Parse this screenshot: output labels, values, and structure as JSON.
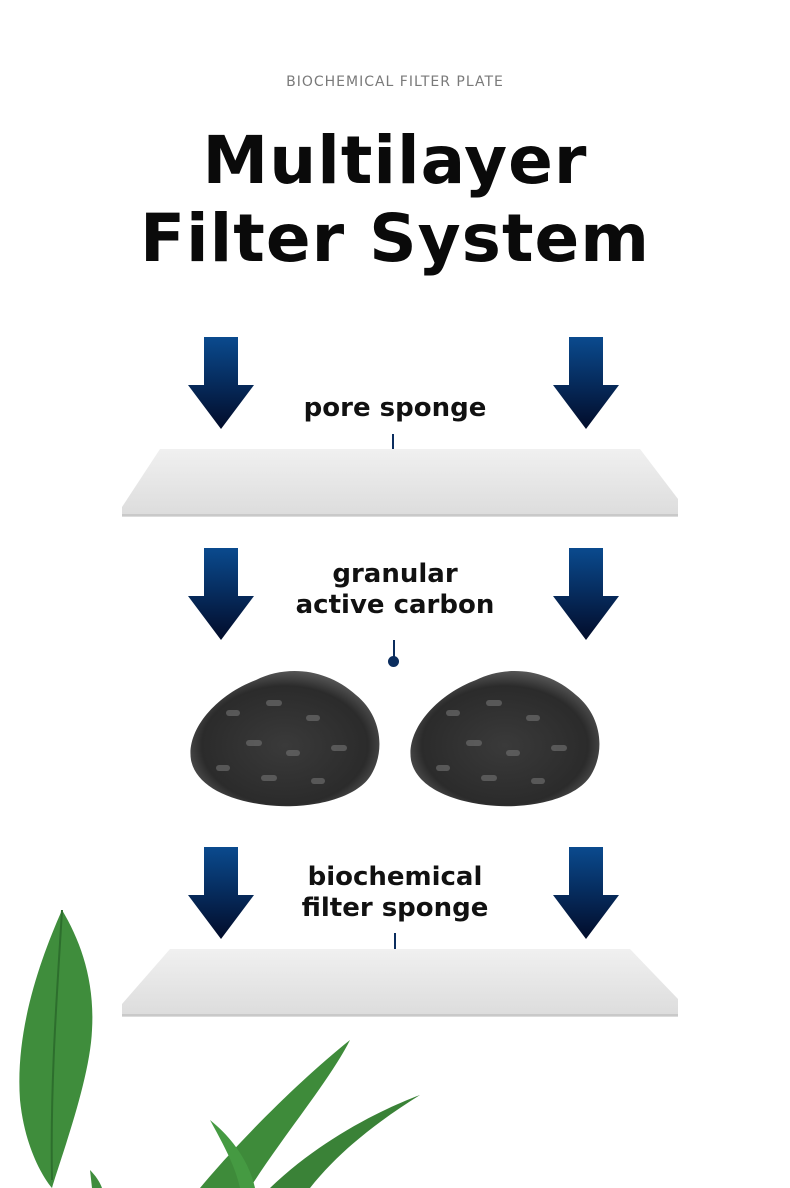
{
  "header": {
    "subtitle": "BIOCHEMICAL FILTER PLATE",
    "title_line1": "Multilayer",
    "title_line2": "Filter System"
  },
  "layers": [
    {
      "label_line1": "pore sponge",
      "label_line2": "",
      "image": "white-sponge-sheet"
    },
    {
      "label_line1": "granular",
      "label_line2": "active carbon",
      "image": "activated-carbon-pellets"
    },
    {
      "label_line1": "biochemical",
      "label_line2": "filter sponge",
      "image": "white-sponge-sheet"
    }
  ],
  "colors": {
    "arrow_top": "#0a4a8e",
    "arrow_bottom": "#020c2a",
    "pin": "#0b2d5e",
    "sponge": "#e6e6e6",
    "plant_green": "#3f8d3c"
  }
}
